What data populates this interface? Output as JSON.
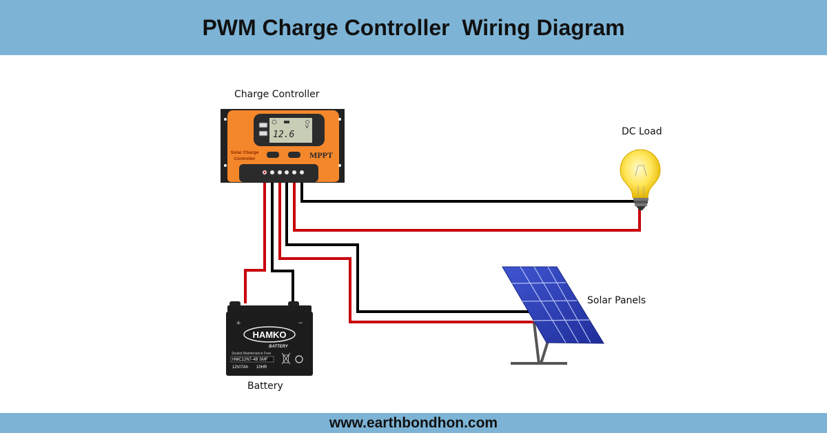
{
  "header": {
    "title": "PWM Charge Controller  Wiring Diagram"
  },
  "footer": {
    "website": "www.earthbondhon.com"
  },
  "components": {
    "controller": {
      "label": "Charge Controller",
      "display_reading": "12.6",
      "display_unit": "V",
      "panel_text_line1": "Solar Charge",
      "panel_text_line2": "Controller",
      "brand_mark": "MPPT"
    },
    "load": {
      "label": "DC Load"
    },
    "solar": {
      "label": "Solar Panels"
    },
    "battery": {
      "label": "Battery",
      "brand": "HAMKO",
      "brand_sub": "BATTERY",
      "spec_line1": "Sealed Maintenance Free",
      "spec_line2": "HMC12N7-4B SMF",
      "spec_line3": "12V/7Ah",
      "spec_line4": "10HR",
      "plus": "+",
      "minus": "−"
    }
  },
  "colors": {
    "band": "#7db4d6",
    "wire_positive": "#c8000a",
    "wire_negative": "#000000",
    "controller_body": "#f5872b",
    "panel_blue": "#2a3db0"
  }
}
